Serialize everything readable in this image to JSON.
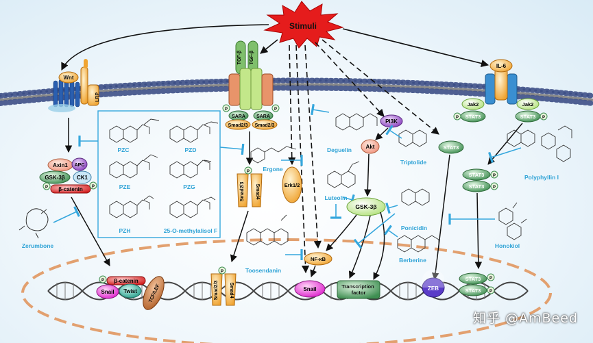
{
  "stimuli": "Stimuli",
  "receptors": {
    "wnt": "Wnt",
    "lrp": "LRP",
    "tgfb": "TGF-β",
    "il6": "IL-6",
    "jak2": "Jak2"
  },
  "proteins": {
    "sara": "SARA",
    "smad23": "Smad2/3",
    "smad4": "Smad4",
    "p": "P",
    "axin1": "Axin1",
    "apc": "APC",
    "gsk3b": "GSK-3β",
    "ck1": "CK1",
    "bcatenin": "β-catenin",
    "pi3k": "PI3K",
    "akt": "Akt",
    "erk12": "Erk1/2",
    "nfkb": "NF-κB",
    "stat3": "STAT3",
    "snail": "Snail",
    "twist": "Twist",
    "tcflef": "TCF/LEF",
    "tf": "Transcription factor",
    "zeb": "ZEB"
  },
  "compounds": {
    "pzc": "PZC",
    "pzd": "PZD",
    "pze": "PZE",
    "pzg": "PZG",
    "pzh": "PZH",
    "methylalisol": "25-O-methylalisol F",
    "zerumbone": "Zerumbone",
    "ergone": "Ergone",
    "deguelin": "Deguelin",
    "triptolide": "Triptolide",
    "luteolin": "Luteolin",
    "ponicidin": "Ponicidin",
    "berberine": "Berberine",
    "toosendanin": "Toosendanin",
    "polyphyllin": "Polyphyllin I",
    "honokiol": "Honokiol"
  },
  "watermark": "知乎 @AmBeed",
  "colors": {
    "inhibit": "#35a7dd",
    "membrane": "#3d4f86",
    "smad": "#f2a93b",
    "stat": "#3f8f52",
    "snail": "#e22bd1",
    "nucleus": "#e2a06f"
  }
}
